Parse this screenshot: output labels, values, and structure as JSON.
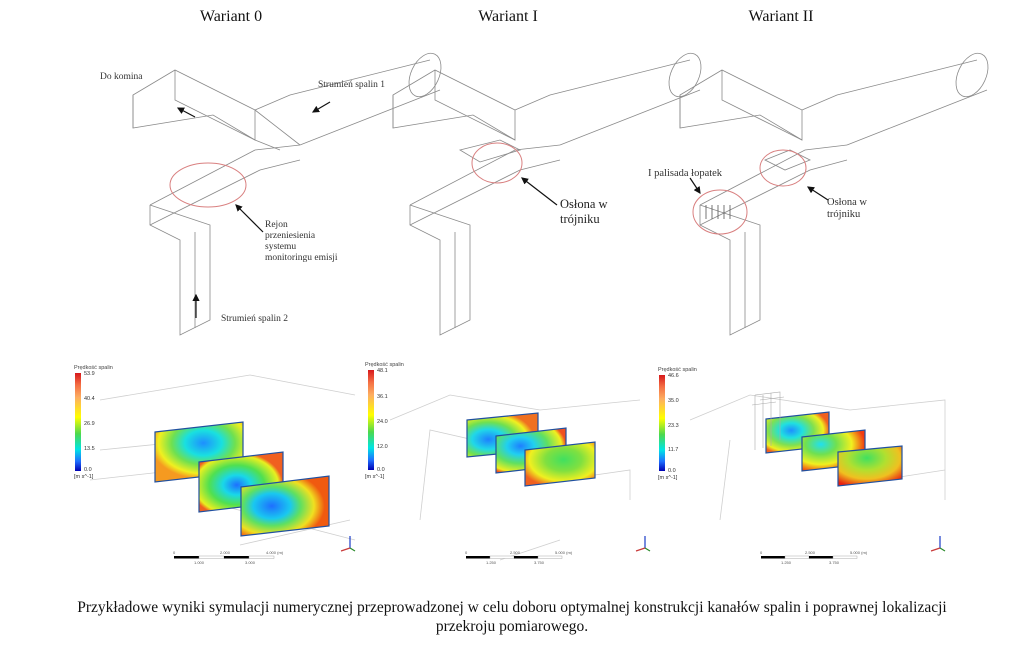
{
  "columns": [
    {
      "title": "Wariant 0"
    },
    {
      "title": "Wariant I"
    },
    {
      "title": "Wariant II"
    }
  ],
  "diagram_labels": {
    "w0": {
      "do_komina": "Do komina",
      "strumien1": "Strumień spalin 1",
      "strumien2": "Strumień spalin 2",
      "rejon": [
        "Rejon",
        "przeniesienia",
        "systemu",
        "monitoringu emisji"
      ]
    },
    "w1": {
      "oslona": [
        "Osłona w",
        "trójniku"
      ]
    },
    "w2": {
      "palisada": "I palisada łopatek",
      "oslona": [
        "Osłona w",
        "trójniku"
      ]
    }
  },
  "panels": [
    {
      "legend_title": "Prędkość spalin",
      "ticks": [
        "53.9",
        "40.4",
        "26.9",
        "13.5",
        "0.0"
      ],
      "unit": "[m s^-1]",
      "scale": [
        "0",
        "1.000",
        "2.000",
        "3.000",
        "4.000 (m)"
      ]
    },
    {
      "legend_title": "Prędkość spalin",
      "ticks": [
        "48.1",
        "36.1",
        "24.0",
        "12.0",
        "0.0"
      ],
      "unit": "[m s^-1]",
      "scale": [
        "0",
        "1.250",
        "2.500",
        "3.750",
        "5.000 (m)"
      ]
    },
    {
      "legend_title": "Prędkość spalin",
      "ticks": [
        "46.6",
        "35.0",
        "23.3",
        "11.7",
        "0.0"
      ],
      "unit": "[m s^-1]",
      "scale": [
        "0",
        "1.250",
        "2.500",
        "3.750",
        "5.000 (m)"
      ]
    }
  ],
  "caption": [
    "Przykładowe wyniki symulacji numerycznej przeprowadzonej w celu doboru optymalnej konstrukcji kanałów spalin i poprawnej lokalizacji",
    "przekroju pomiarowego."
  ]
}
